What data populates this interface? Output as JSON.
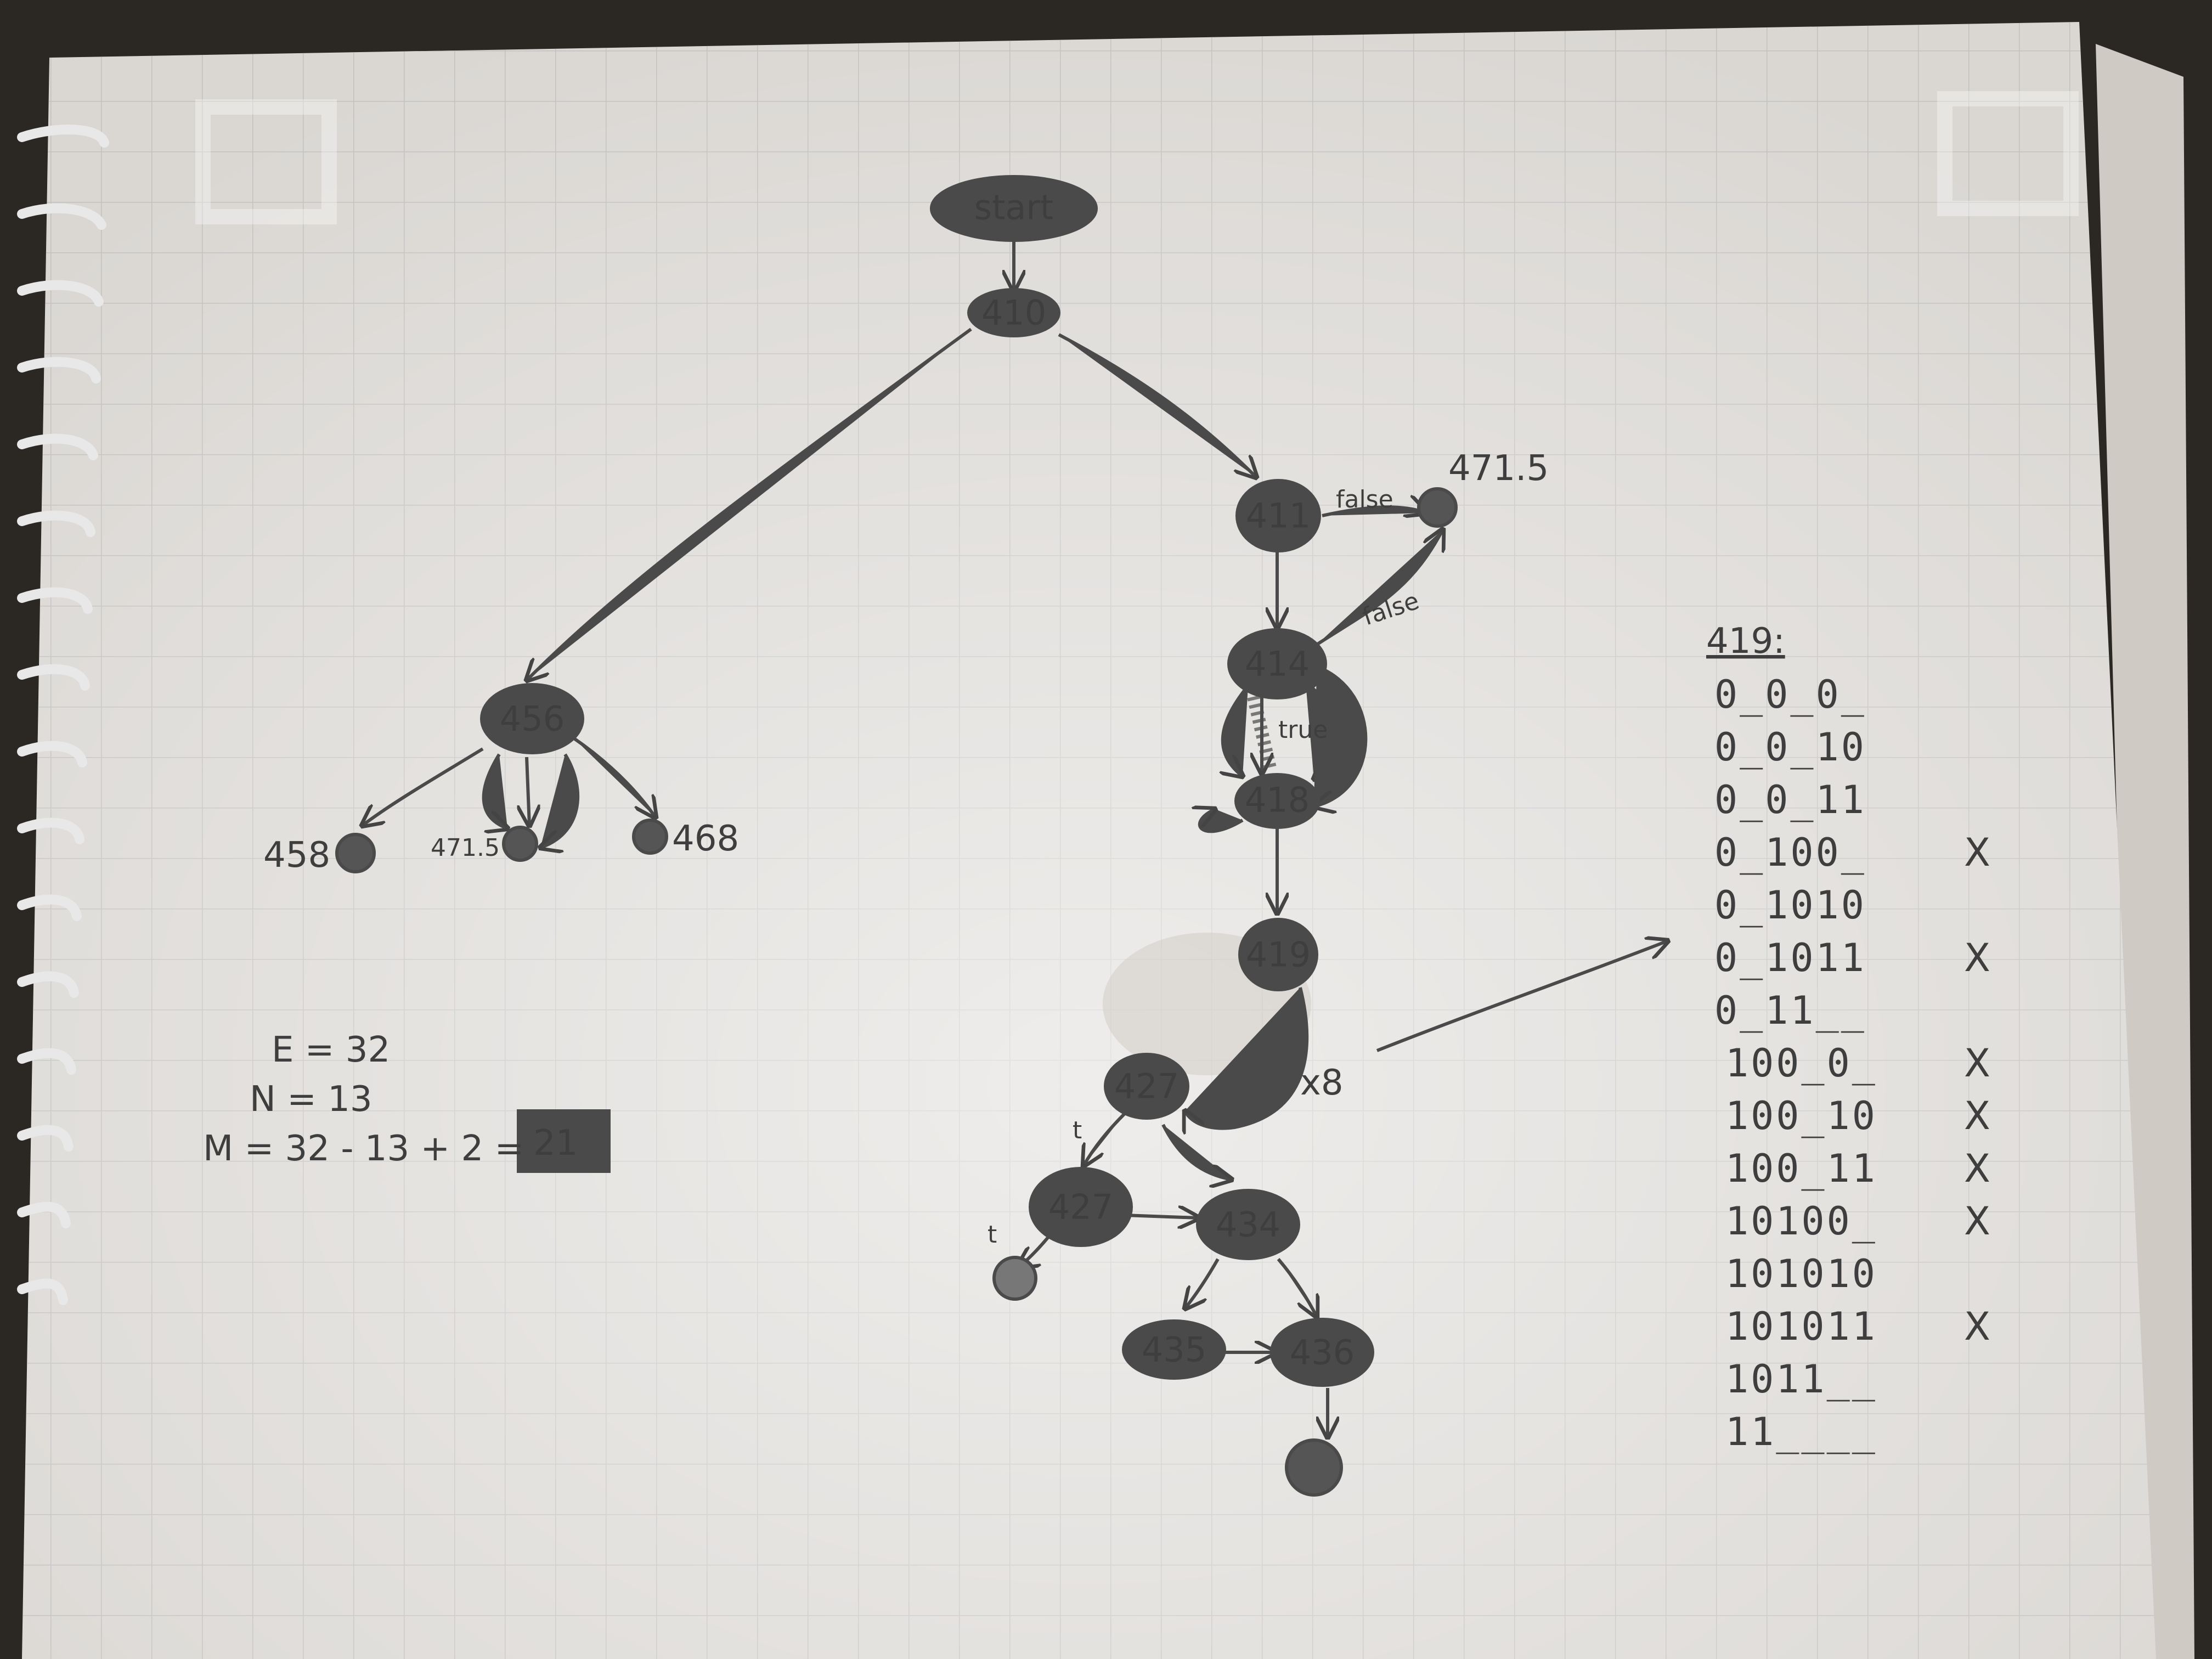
{
  "nodes": {
    "start": "start",
    "n410": "410",
    "n411": "411",
    "n414": "414",
    "n418": "418",
    "n419": "419",
    "n427a": "427",
    "n427b": "427",
    "n434": "434",
    "n435": "435",
    "n436": "436",
    "n456": "456",
    "n458": "458",
    "n471_5_left": "471.5",
    "n468": "468",
    "n471_5_right": "471.5"
  },
  "edge_labels": {
    "false_1": "false",
    "false_2": "false",
    "true": "true",
    "t_1": "t",
    "t_2": "t",
    "x8": "x8"
  },
  "equations": {
    "e": "E = 32",
    "n": "N = 13",
    "m": "M = 32 - 13 + 2 =",
    "m_result": "21"
  },
  "table": {
    "title": "419:",
    "rows": [
      {
        "value": "0_0_0_",
        "crossed": ""
      },
      {
        "value": "0_0_10",
        "crossed": ""
      },
      {
        "value": "0_0_11",
        "crossed": ""
      },
      {
        "value": "0_100_",
        "crossed": "X"
      },
      {
        "value": "0_1010",
        "crossed": ""
      },
      {
        "value": "0_1011",
        "crossed": "X"
      },
      {
        "value": "0_11__",
        "crossed": ""
      },
      {
        "value": "100_0_",
        "crossed": "X"
      },
      {
        "value": "100_10",
        "crossed": "X"
      },
      {
        "value": "100_11",
        "crossed": "X"
      },
      {
        "value": "10100_",
        "crossed": "X"
      },
      {
        "value": "101010",
        "crossed": ""
      },
      {
        "value": "101011",
        "crossed": "X"
      },
      {
        "value": "1011__",
        "crossed": ""
      },
      {
        "value": "11____",
        "crossed": ""
      }
    ]
  }
}
